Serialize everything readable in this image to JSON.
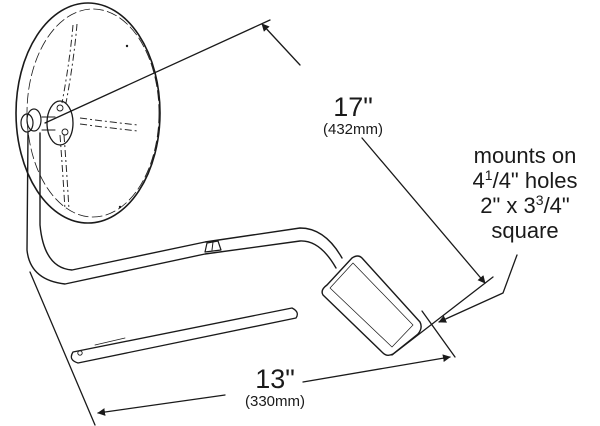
{
  "diagram": {
    "subject": "convex mirror with mounting arm",
    "stroke_color": "#1a1a1a",
    "background": "#ffffff"
  },
  "dimensions": {
    "arm_length": {
      "imperial": "17\"",
      "metric": "(432mm)"
    },
    "base_length": {
      "imperial": "13\"",
      "metric": "(330mm)"
    }
  },
  "mount_note": {
    "line1": "mounts on",
    "line2_whole": "4",
    "line2_num": "1",
    "line2_rest": "/4\" holes",
    "line3_pre": "2\" x 3",
    "line3_num": "3",
    "line3_rest": "/4\"",
    "line4": "square"
  }
}
